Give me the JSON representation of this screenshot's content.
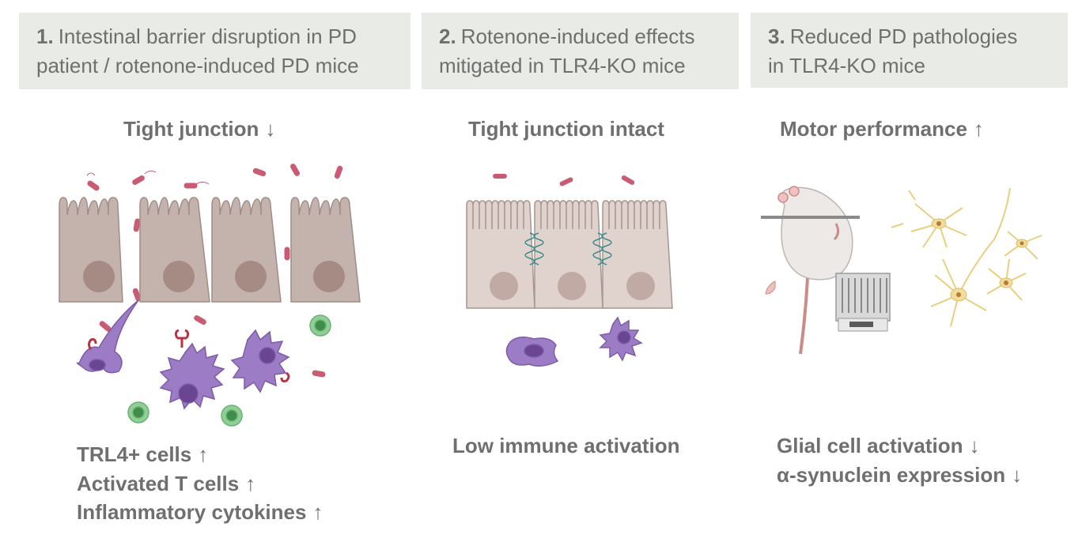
{
  "panels": [
    {
      "number": "1.",
      "title_line1": "Intestinal barrier disruption in PD",
      "title_line2": "patient / rotenone-induced PD mice",
      "top_caption": "Tight junction",
      "top_arrow": "↓",
      "bottom_captions": [
        {
          "text": "TRL4+ cells",
          "arrow": "↑"
        },
        {
          "text": "Activated T cells",
          "arrow": "↑"
        },
        {
          "text": "Inflammatory cytokines",
          "arrow": "↑"
        }
      ]
    },
    {
      "number": "2.",
      "title_line1": "Rotenone-induced effects",
      "title_line2": "mitigated in TLR4-KO mice",
      "top_caption": "Tight junction intact",
      "bottom_caption": "Low immune activation"
    },
    {
      "number": "3.",
      "title_line1": "Reduced PD pathologies",
      "title_line2": "in TLR4-KO mice",
      "top_caption": "Motor performance",
      "top_arrow": "↑",
      "bottom_captions": [
        {
          "text": "Glial cell activation",
          "arrow": "↓"
        },
        {
          "text": "α-synuclein expression",
          "arrow": "↓"
        }
      ]
    }
  ],
  "colors": {
    "header_bg": "#e9ebe6",
    "text": "#6f6f6f",
    "cell": "#c4b3ad",
    "nucleus": "#a58b84",
    "bacteria": "#c95c73",
    "macrophage": "#9d7cc6",
    "t_cell": "#8fcf95",
    "glia": "#f1dd9b",
    "mouse": "#ece9e6"
  }
}
